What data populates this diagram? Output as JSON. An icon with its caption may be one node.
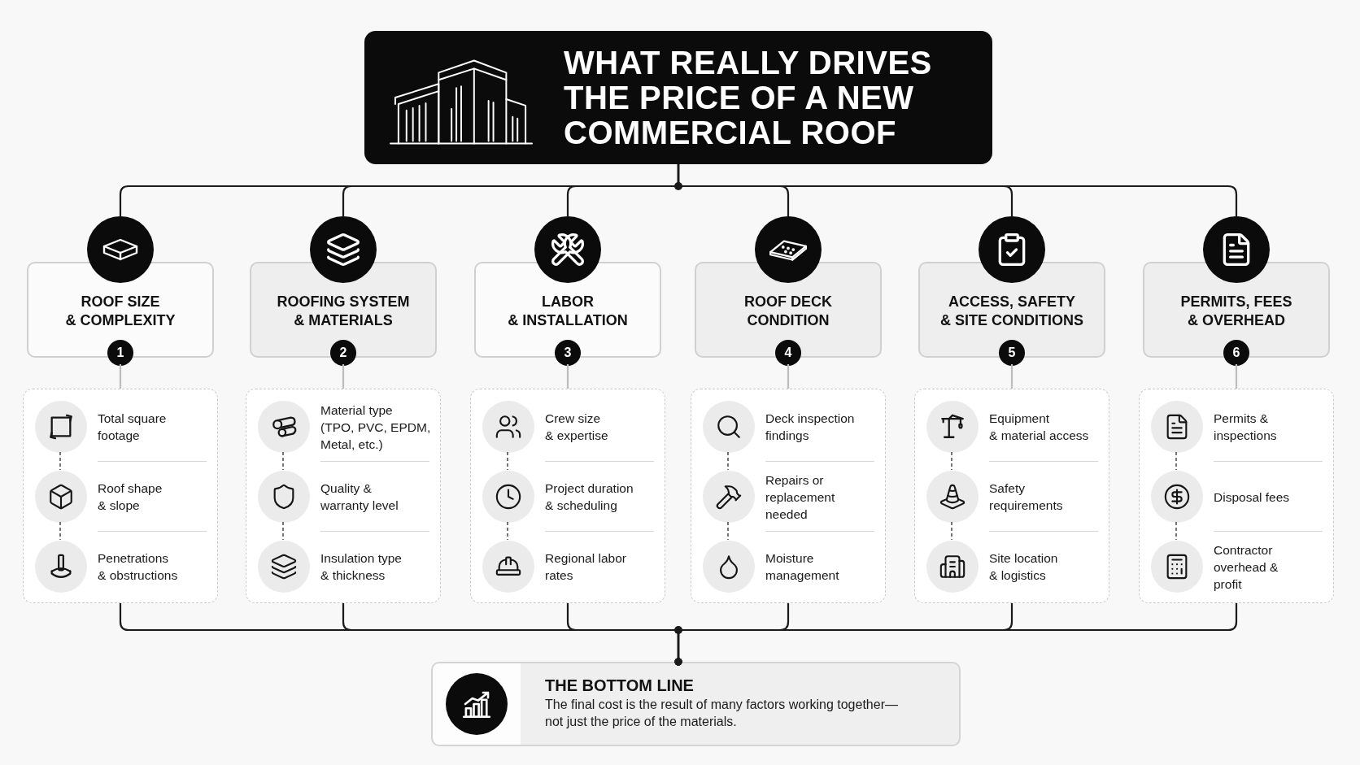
{
  "diagram": {
    "nodes": [
      {
        "text": [
          "WHAT REALLY DRIVES THE PRICE OF A NEW COMMERCIAL ROOF"
        ]
      },
      {
        "text": [
          "ROOF SIZE & COMPLEXITY",
          "1"
        ]
      },
      {
        "text": [
          "ROOFING SYSTEM & MATERIALS",
          "2"
        ]
      },
      {
        "text": [
          "LABOR & INSTALLATION",
          "3"
        ]
      },
      {
        "text": [
          "ROOF DECK CONDITION",
          "4"
        ]
      },
      {
        "text": [
          "ACCESS, SAFETY & SITE CONDITIONS",
          "5"
        ]
      },
      {
        "text": [
          "PERMITS, FEES & OVERHEAD",
          "6"
        ]
      },
      {
        "text": [],
        "shape": "box"
      },
      {
        "text": [
          "Total square footage"
        ],
        "in": 7
      },
      {
        "text": [
          "Roof shape & slope"
        ],
        "in": 7
      },
      {
        "text": [
          "Penetrations & obstructions"
        ],
        "in": 7
      },
      {
        "text": [],
        "shape": "box"
      },
      {
        "text": [
          "Material type (TPO, PVC, EPDM, Metal, etc.)"
        ],
        "in": 11
      },
      {
        "text": [
          "Quality & warranty level"
        ],
        "in": 11
      },
      {
        "text": [
          "Insulation type & thickness"
        ],
        "in": 11
      },
      {
        "text": [],
        "shape": "box"
      },
      {
        "text": [
          "Crew size & expertise"
        ],
        "in": 15
      },
      {
        "text": [
          "Project duration & scheduling"
        ],
        "in": 15
      },
      {
        "text": [
          "Regional labor rates"
        ],
        "in": 15
      },
      {
        "text": [],
        "shape": "box"
      },
      {
        "text": [
          "Deck inspection findings"
        ],
        "in": 19
      },
      {
        "text": [
          "Repairs or replacement needed"
        ],
        "in": 19
      },
      {
        "text": [
          "Moisture management"
        ],
        "in": 19
      },
      {
        "text": [],
        "shape": "box"
      },
      {
        "text": [
          "Equipment & material access"
        ],
        "in": 23
      },
      {
        "text": [
          "Safety requirements"
        ],
        "in": 23
      },
      {
        "text": [
          "Site location & logistics"
        ],
        "in": 23
      },
      {
        "text": [],
        "shape": "box"
      },
      {
        "text": [
          "Permits & inspections"
        ],
        "in": 27
      },
      {
        "text": [
          "Disposal fees"
        ],
        "in": 27
      },
      {
        "text": [
          "Contractor overhead & profit"
        ],
        "in": 27
      },
      {
        "text": [
          "THE BOTTOM LINE",
          "The final cost is the result of many factors working together— not just the price of the materials."
        ]
      }
    ],
    "edges": [
      {
        "from": 0,
        "to": 1,
        "arrow": "none"
      },
      {
        "from": 0,
        "to": 2,
        "arrow": "none"
      },
      {
        "from": 0,
        "to": 3,
        "arrow": "none"
      },
      {
        "from": 0,
        "to": 4,
        "arrow": "none"
      },
      {
        "from": 0,
        "to": 5,
        "arrow": "none"
      },
      {
        "from": 0,
        "to": 6,
        "arrow": "none"
      },
      {
        "from": 1,
        "to": 7,
        "arrow": "none",
        "color": "#bdbdbd"
      },
      {
        "from": 2,
        "to": 11,
        "arrow": "none",
        "color": "#bdbdbd"
      },
      {
        "from": 3,
        "to": 15,
        "arrow": "none",
        "color": "#bdbdbd"
      },
      {
        "from": 4,
        "to": 19,
        "arrow": "none",
        "color": "#bdbdbd"
      },
      {
        "from": 5,
        "to": 23,
        "arrow": "none",
        "color": "#bdbdbd"
      },
      {
        "from": 6,
        "to": 27,
        "arrow": "none",
        "color": "#bdbdbd"
      },
      {
        "from": 7,
        "to": 31,
        "arrow": "other"
      },
      {
        "from": 11,
        "to": 31,
        "arrow": "other"
      },
      {
        "from": 15,
        "to": 31,
        "arrow": "other"
      },
      {
        "from": 19,
        "to": 31,
        "arrow": "other"
      },
      {
        "from": 23,
        "to": 31,
        "arrow": "other"
      },
      {
        "from": 27,
        "to": 31,
        "arrow": "other"
      },
      {
        "from": 8,
        "to": 9,
        "arrow": "none",
        "style": "dashed"
      },
      {
        "from": 9,
        "to": 10,
        "arrow": "none",
        "style": "dashed"
      },
      {
        "from": 12,
        "to": 13,
        "arrow": "none",
        "style": "dashed"
      },
      {
        "from": 13,
        "to": 14,
        "arrow": "none",
        "style": "dashed"
      },
      {
        "from": 16,
        "to": 17,
        "arrow": "none",
        "style": "dashed"
      },
      {
        "from": 17,
        "to": 18,
        "arrow": "none",
        "style": "dashed"
      },
      {
        "from": 20,
        "to": 21,
        "arrow": "none",
        "style": "dashed"
      },
      {
        "from": 21,
        "to": 22,
        "arrow": "none",
        "style": "dashed"
      },
      {
        "from": 24,
        "to": 25,
        "arrow": "none",
        "style": "dashed"
      },
      {
        "from": 25,
        "to": 26,
        "arrow": "none",
        "style": "dashed"
      },
      {
        "from": 28,
        "to": 29,
        "arrow": "none",
        "style": "dashed"
      },
      {
        "from": 29,
        "to": 30,
        "arrow": "none",
        "style": "dashed"
      }
    ]
  }
}
